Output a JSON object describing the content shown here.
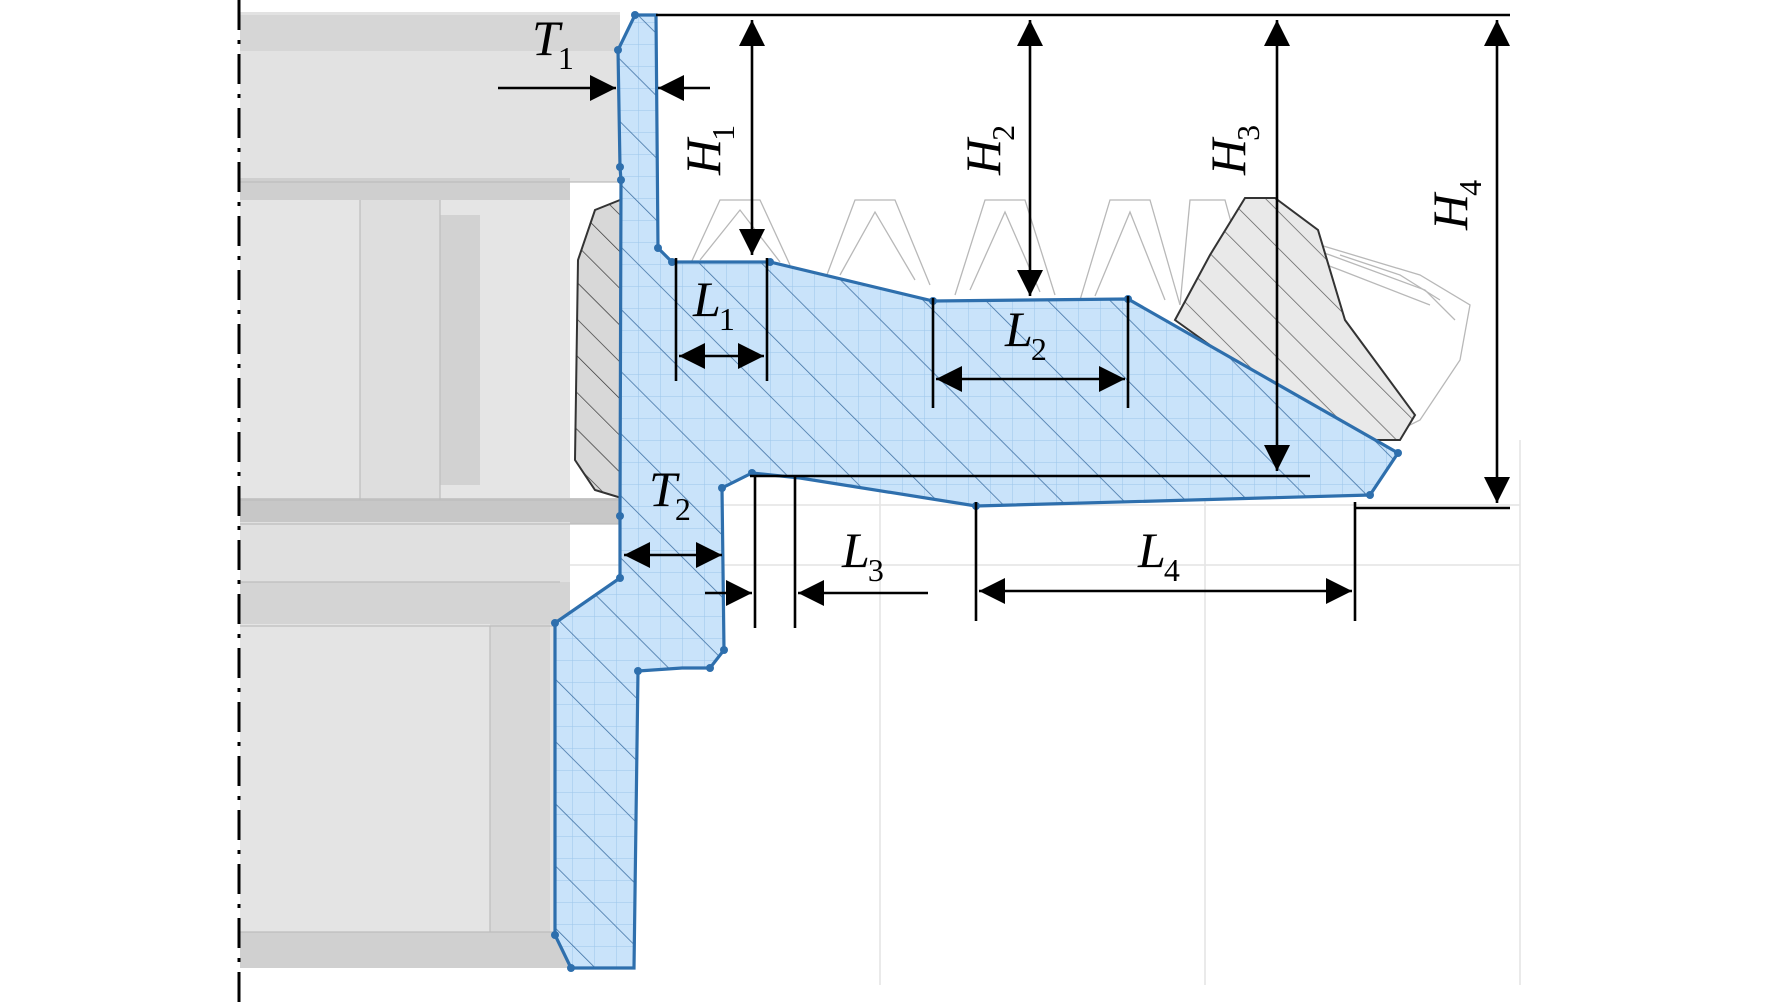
{
  "labels": {
    "t1": {
      "main": "T",
      "sub": "1"
    },
    "t2": {
      "main": "T",
      "sub": "2"
    },
    "h1": {
      "main": "H",
      "sub": "1"
    },
    "h2": {
      "main": "H",
      "sub": "2"
    },
    "h3": {
      "main": "H",
      "sub": "3"
    },
    "h4": {
      "main": "H",
      "sub": "4"
    },
    "l1": {
      "main": "L",
      "sub": "1"
    },
    "l2": {
      "main": "L",
      "sub": "2"
    },
    "l3": {
      "main": "L",
      "sub": "3"
    },
    "l4": {
      "main": "L",
      "sub": "4"
    }
  },
  "colors": {
    "section_fill": "#c9e3fa",
    "section_outline": "#2e6fad",
    "housing_fill": "#e1e1e1",
    "dimension": "#000000"
  }
}
